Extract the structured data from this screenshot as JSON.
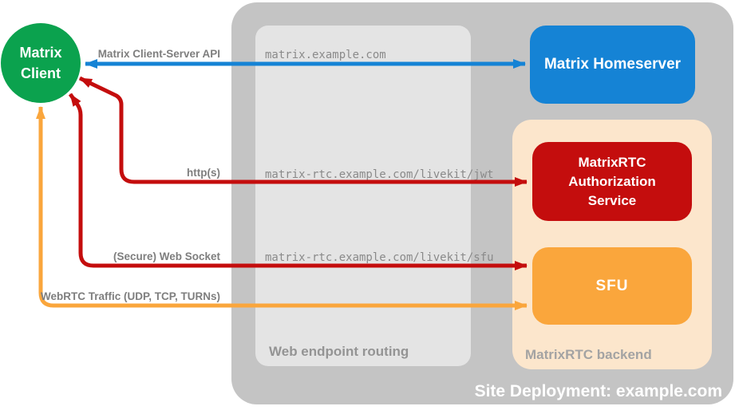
{
  "client": {
    "label": "Matrix Client"
  },
  "homeserver": {
    "label": "Matrix Homeserver"
  },
  "deployment": {
    "label": "Site Deployment: example.com"
  },
  "routing": {
    "label": "Web endpoint routing",
    "endpoints": [
      "matrix.example.com",
      "matrix-rtc.example.com/livekit/jwt",
      "matrix-rtc.example.com/livekit/sfu"
    ]
  },
  "backend": {
    "label": "MatrixRTC backend",
    "auth_label": "MatrixRTC Authorization Service",
    "sfu_label": "SFU"
  },
  "arrows": [
    {
      "label": "Matrix Client-Server API",
      "color": "#1583d5",
      "from": "Matrix Client",
      "to": "Matrix Homeserver",
      "bidirectional": true
    },
    {
      "label": "http(s)",
      "color": "#c40d0d",
      "from": "Matrix Client",
      "to": "MatrixRTC Authorization Service",
      "bidirectional": true
    },
    {
      "label": "(Secure) Web Socket",
      "color": "#c40d0d",
      "from": "Matrix Client",
      "to": "SFU",
      "bidirectional": true
    },
    {
      "label": "WebRTC Traffic (UDP, TCP, TURNs)",
      "color": "#faa63c",
      "from": "Matrix Client",
      "to": "SFU",
      "bidirectional": true
    }
  ],
  "colors": {
    "client_green": "#0ba24e",
    "homeserver_blue": "#1583d5",
    "auth_red": "#c40d0d",
    "sfu_orange": "#faa63c",
    "backend_peach": "#fce6cc",
    "deployment_gray": "#c4c4c4",
    "routing_gray": "#e4e4e4"
  }
}
